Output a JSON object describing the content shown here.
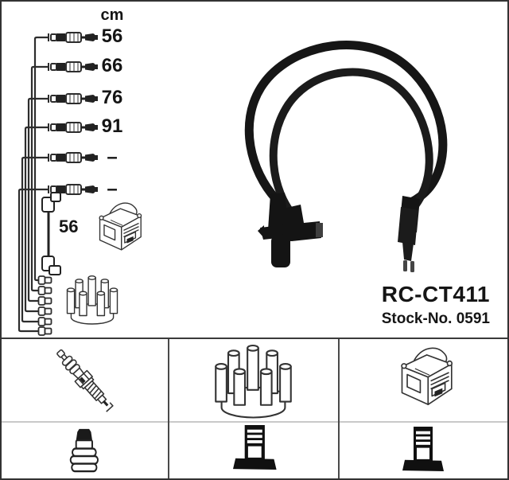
{
  "product": {
    "code": "RC-CT411",
    "stock_label": "Stock-No.",
    "stock_number": "0591"
  },
  "length_chart": {
    "unit_label": "cm",
    "cable_lengths": [
      "56",
      "66",
      "76",
      "91",
      "–",
      "–"
    ],
    "coil_wire_length": "56"
  },
  "diagram_icons": {
    "ignition_coil": "ignition-coil",
    "distributor_cap": "distributor-cap",
    "cable_end_connectors": "cable-end-connectors",
    "coil_wire": "coil-to-distributor-wire"
  },
  "photo": {
    "subject": "two-ignition-lead-cables",
    "cable_color": "#161616"
  },
  "legend_grid": {
    "row1": [
      "spark-plug",
      "distributor-cap",
      "ignition-coil"
    ],
    "row2": [
      "coil-terminal-connector",
      "din-post-terminal",
      "din-post-terminal"
    ]
  },
  "colors": {
    "background": "#ffffff",
    "line_art": "#2d2d2d",
    "border": "#333333",
    "divider_dark": "#4a4a4a",
    "divider_light": "#c9c9c9",
    "text": "#111111"
  }
}
